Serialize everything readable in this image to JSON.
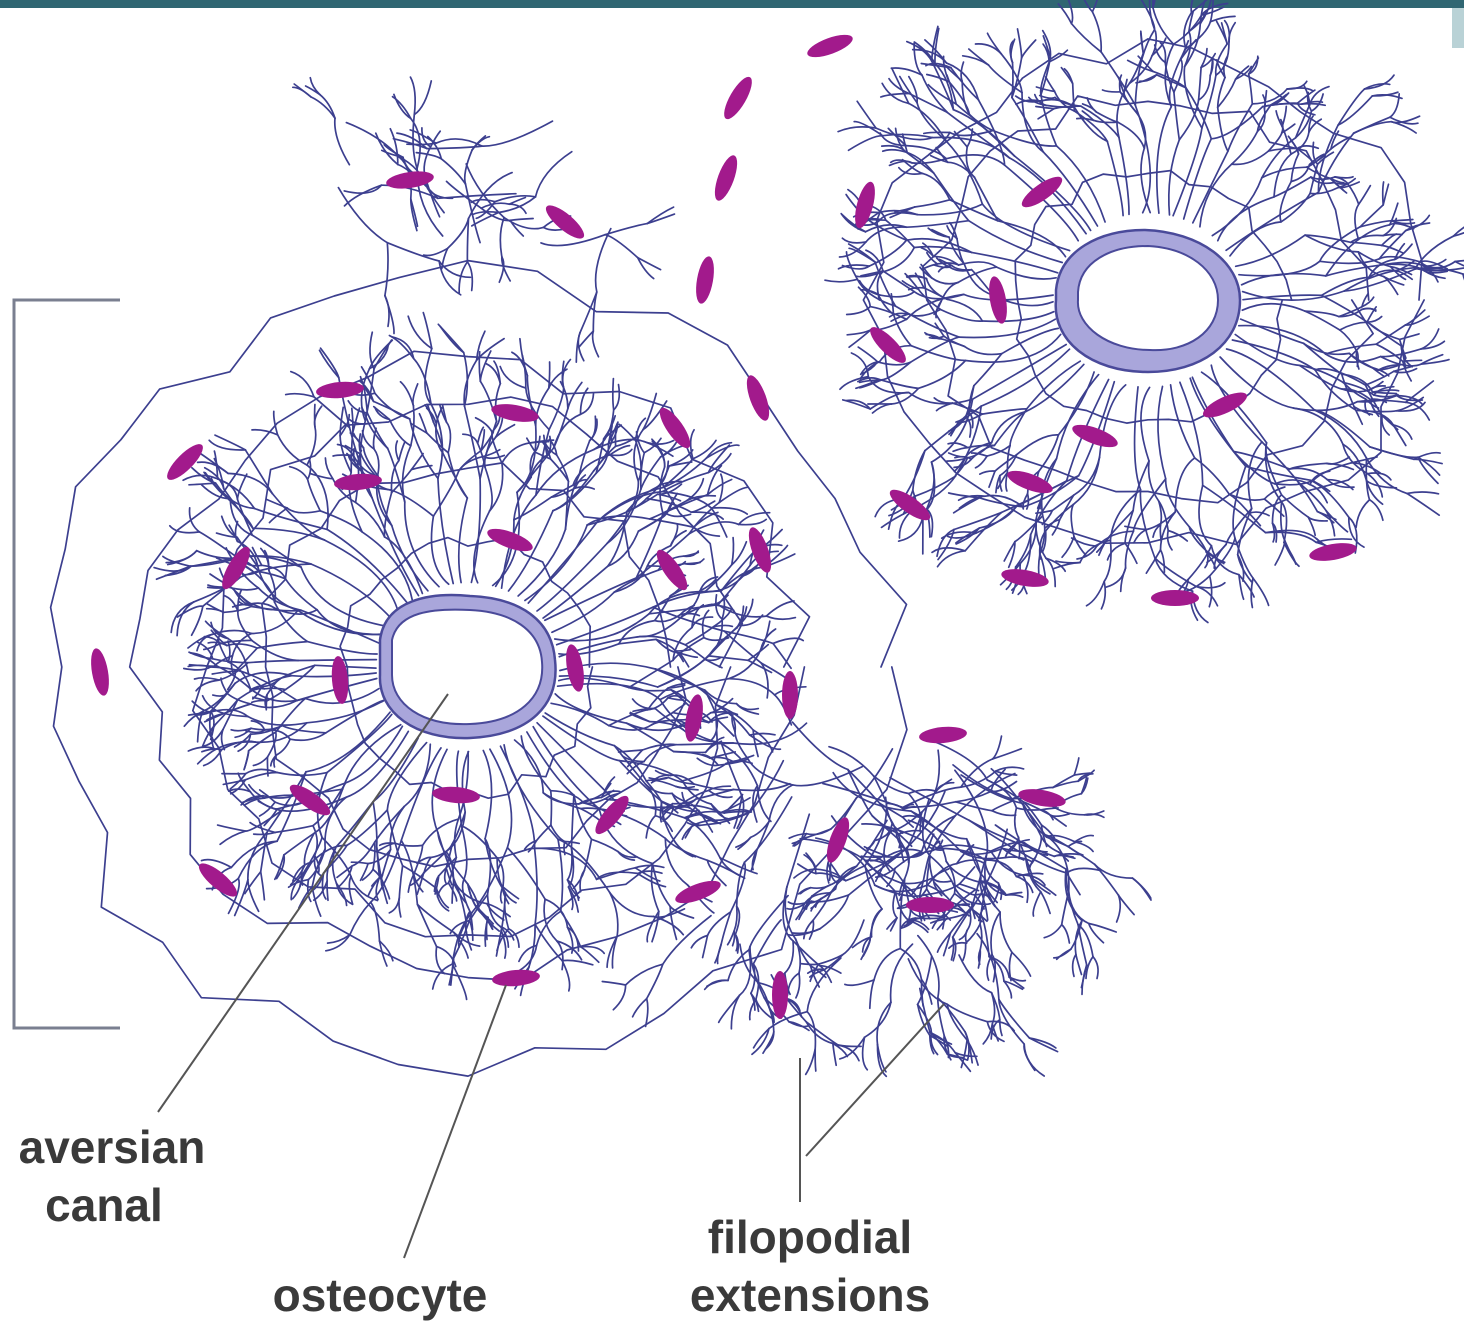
{
  "labels": {
    "haversian_line1": "aversian",
    "haversian_line2": "canal",
    "osteocyte": "osteocyte",
    "filopodial_line1": "filopodial",
    "filopodial_line2": "extensions"
  },
  "colors": {
    "network": "#3c3f8f",
    "osteocyte": "#a21a8c",
    "canal_ring": "#a9a6db",
    "canal_ring_stroke": "#4a4a9a",
    "leader": "#555555",
    "bracket": "#7a7f90",
    "top_bar": "#2f6672"
  }
}
